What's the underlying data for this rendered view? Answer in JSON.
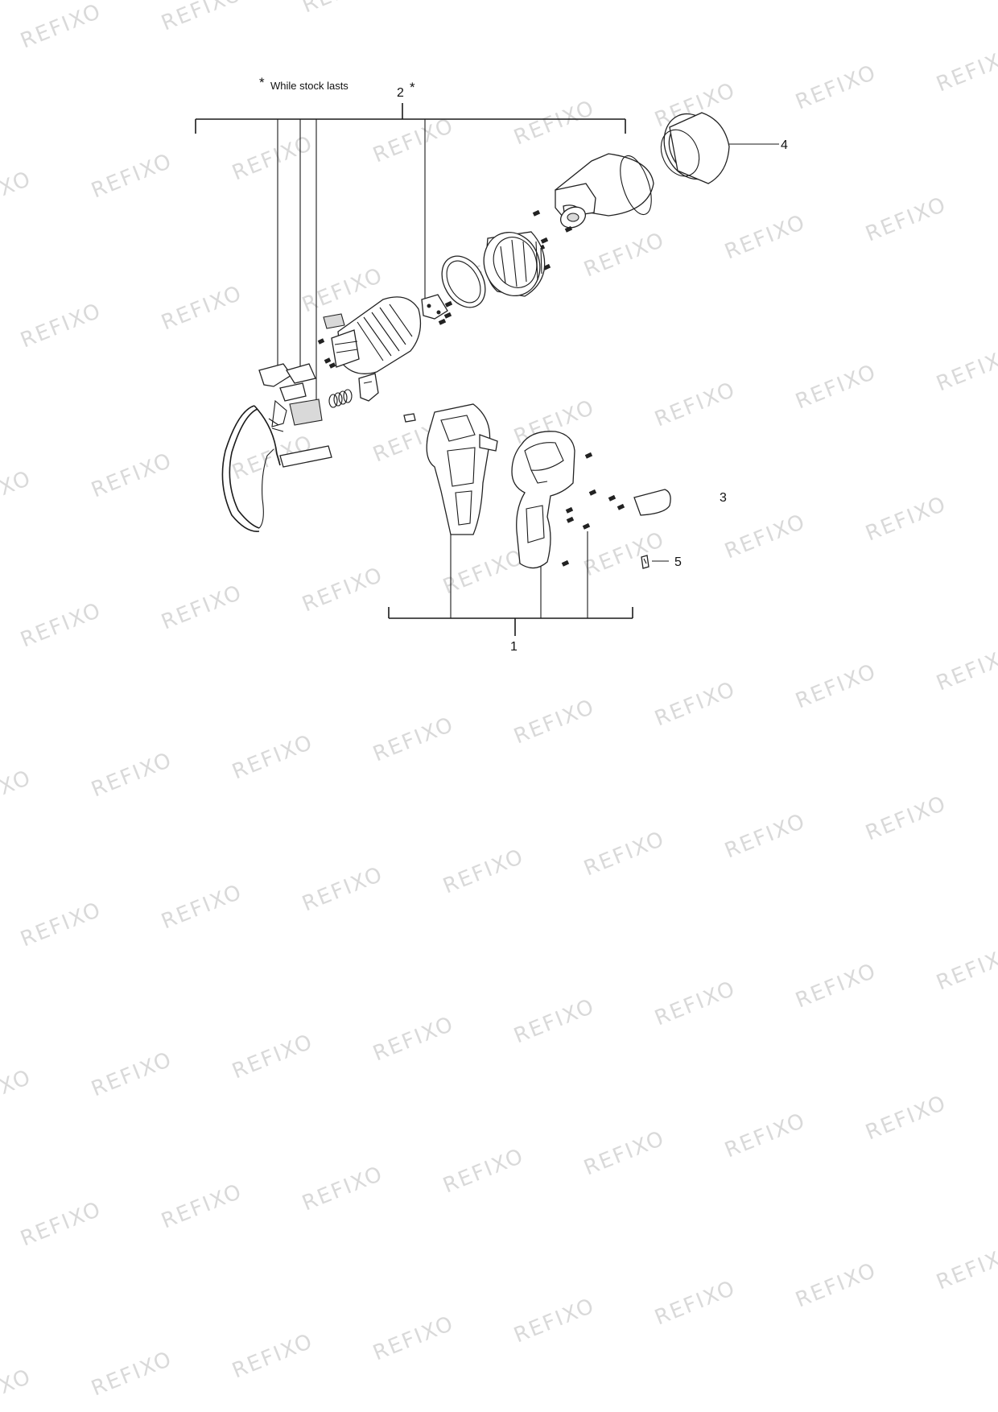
{
  "watermark": "REFIXO",
  "note": {
    "star": "*",
    "text": "While stock lasts"
  },
  "callouts": [
    {
      "id": "callout-1",
      "label": "1"
    },
    {
      "id": "callout-2",
      "label": "2",
      "star": "*"
    },
    {
      "id": "callout-3",
      "label": "3"
    },
    {
      "id": "callout-4",
      "label": "4"
    },
    {
      "id": "callout-5",
      "label": "5"
    }
  ]
}
